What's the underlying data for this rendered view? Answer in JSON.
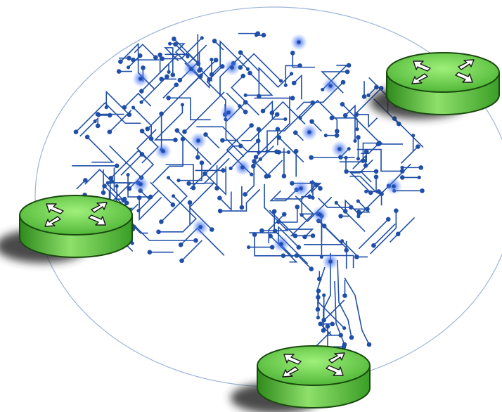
{
  "diagram": {
    "type": "network-brain",
    "colors": {
      "ring": "#9db4d6",
      "circuit": "#1f4fa8",
      "glow": "#3b6df0",
      "router_top": "#7ed957",
      "router_side": "#3ea72a",
      "router_edge": "#1a4a10",
      "shadow": "#2a2a2a"
    },
    "nodes": [
      {
        "id": "router-top-right",
        "icon": "router-icon"
      },
      {
        "id": "router-left",
        "icon": "router-icon"
      },
      {
        "id": "router-bottom",
        "icon": "router-icon"
      },
      {
        "id": "brain",
        "icon": "circuit-brain-icon"
      }
    ],
    "edges": [
      {
        "from": "brain",
        "to": "router-top-right"
      },
      {
        "from": "brain",
        "to": "router-left"
      },
      {
        "from": "brain",
        "to": "router-bottom"
      }
    ]
  }
}
